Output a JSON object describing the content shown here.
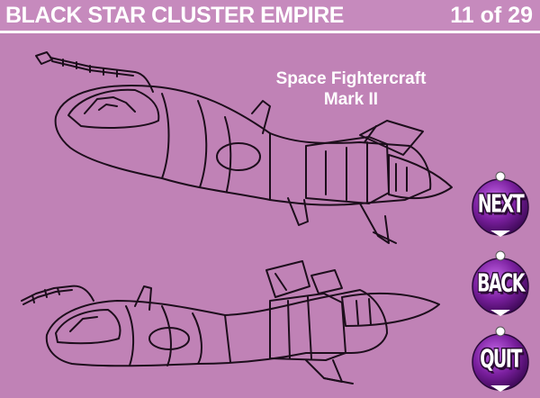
{
  "header": {
    "title": "BLACK STAR CLUSTER EMPIRE",
    "page_counter": "11 of 29"
  },
  "caption": {
    "line1": "Space Fightercraft",
    "line2": "Mark II"
  },
  "nav": {
    "next_label": "NEXT",
    "back_label": "BACK",
    "quit_label": "QUIT"
  },
  "colors": {
    "background": "#c082b6",
    "button_purple": "#7a1f9e",
    "text": "#ffffff"
  }
}
